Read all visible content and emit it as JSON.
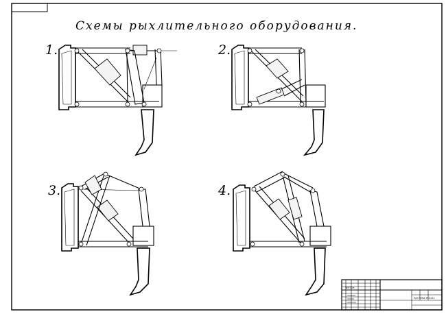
{
  "drawing": {
    "title": "Схемы рыхлительного оборудования.",
    "schemes": [
      {
        "number": "1."
      },
      {
        "number": "2."
      },
      {
        "number": "3."
      },
      {
        "number": "4."
      }
    ],
    "stamp": {
      "text": "ПАЗ-ЧУПА ТР 6111",
      "block_caption": "ЧЕРТЕЖ"
    }
  }
}
